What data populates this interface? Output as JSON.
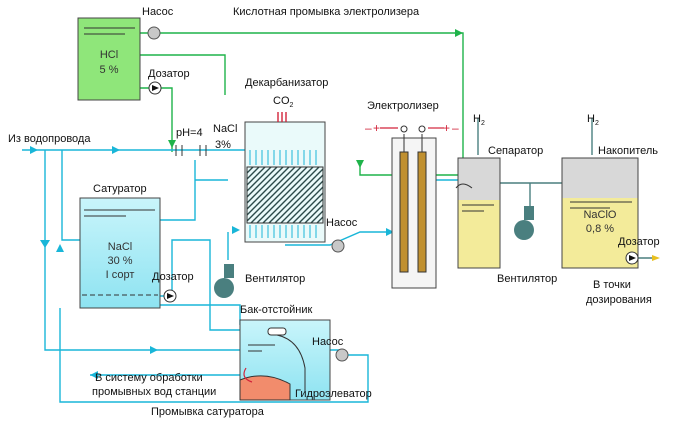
{
  "labels": {
    "pump_top": "Насос",
    "acid_wash": "Кислотная промывка электролизера",
    "hcl_name": "HCl",
    "hcl_conc": "5 %",
    "dosator_top": "Дозатор",
    "decarb": "Декарбанизатор",
    "co2": "CO",
    "co2_sub": "2",
    "electrolyzer": "Электролизер",
    "water_inlet": "Из водопровода",
    "ph": "pH=4",
    "nacl_3_name": "NaCl",
    "nacl_3_conc": "3%",
    "h2_left": "H",
    "h2_left_sub": "2",
    "h2_right": "H",
    "h2_right_sub": "2",
    "separator": "Сепаратор",
    "accumulator": "Накопитель",
    "saturator": "Сатуратор",
    "nacl_30_name": "NaCl",
    "nacl_30_conc": "30 %",
    "nacl_30_grade": "I сорт",
    "dosator_mid": "Дозатор",
    "fan_mid": "Вентилятор",
    "pump_mid": "Насос",
    "naclo_name": "NaClO",
    "naclo_conc": "0,8 %",
    "dosator_right": "Дозатор",
    "fan_right": "Вентилятор",
    "dosing_points_1": "В точки",
    "dosing_points_2": "дозирования",
    "settler": "Бак-отстойник",
    "pump_bottom": "Насос",
    "to_treatment_1": "В систему обработки",
    "to_treatment_2": "промывных вод станции",
    "hydroelevator": "Гидроэлеватор",
    "saturator_wash": "Промывка сатуратора",
    "minus_left": "–",
    "plus_left": "+",
    "plus_right": "+",
    "minus_right": "–"
  },
  "colors": {
    "pipe_water": "#19b6d8",
    "pipe_acid": "#1fb34a",
    "hcl_tank": "#8fe67a",
    "brine_tank": "#a7ecf7",
    "product_tank": "#f3eb9a",
    "sludge": "#f28c6c",
    "equipment": "#4a7f7f"
  }
}
